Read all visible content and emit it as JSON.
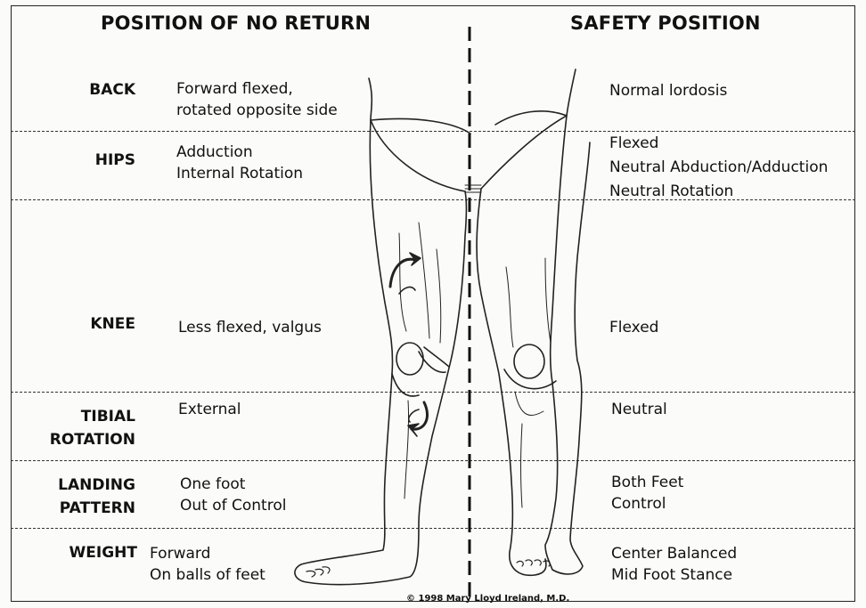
{
  "headers": {
    "left": "POSITION OF NO RETURN",
    "right": "SAFETY POSITION"
  },
  "rows": {
    "back": {
      "label": [
        "BACK"
      ],
      "no_return": [
        "Forward flexed,",
        "rotated opposite side"
      ],
      "safety": [
        "Normal lordosis"
      ]
    },
    "hips": {
      "label": [
        "HIPS"
      ],
      "no_return": [
        "Adduction",
        "Internal Rotation"
      ],
      "safety": [
        "Flexed",
        "Neutral Abduction/Adduction",
        "Neutral Rotation"
      ]
    },
    "knee": {
      "label": [
        "KNEE"
      ],
      "no_return": [
        "Less flexed, valgus"
      ],
      "safety": [
        "Flexed"
      ]
    },
    "tibial": {
      "label": [
        "TIBIAL",
        "ROTATION"
      ],
      "no_return": [
        "External"
      ],
      "safety": [
        "Neutral"
      ]
    },
    "landing": {
      "label": [
        "LANDING",
        "PATTERN"
      ],
      "no_return": [
        "One foot",
        "Out of Control"
      ],
      "safety": [
        "Both Feet",
        "Control"
      ]
    },
    "weight": {
      "label": [
        "WEIGHT"
      ],
      "no_return": [
        "Forward",
        "On balls of feet"
      ],
      "safety": [
        "Center Balanced",
        "Mid Foot Stance"
      ]
    }
  },
  "copyright": "© 1998 Mary Lloyd Ireland, M.D."
}
